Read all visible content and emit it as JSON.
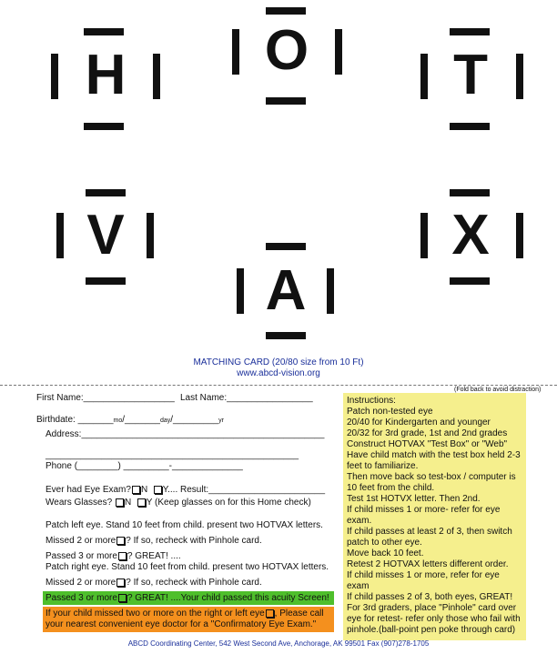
{
  "card": {
    "title": "MATCHING CARD (20/80 size from 10 Ft)",
    "url": "www.abcd-vision.org",
    "fold_note": "(Fold back to avoid distraction)"
  },
  "letters": [
    "H",
    "O",
    "T",
    "V",
    "X",
    "A"
  ],
  "form": {
    "first_name": "First Name:__________________",
    "last_name": "Last Name:_________________",
    "birthdate_label": "Birthdate: _______",
    "birth_mo": "mo",
    "birth_sep1": "/_______",
    "birth_day": "day",
    "birth_sep2": "/_________",
    "birth_yr": "yr",
    "address": "Address:________________________________________________",
    "address_line2": "__________________________________________________",
    "phone": "Phone (________) _________-______________",
    "eye_exam_prefix": "Ever had Eye Exam?",
    "eye_exam_n": "N",
    "eye_exam_y": "Y.... Result:_______________________",
    "glasses_prefix": "Wears Glasses?",
    "glasses_n": "N",
    "glasses_y": "Y  (Keep glasses on for this Home check)",
    "patch_left": "Patch left eye.  Stand 10 feet from child.  present two HOTVAX letters.",
    "missed_left_a": "Missed 2 or more",
    "missed_left_b": "?  If so, recheck  with Pinhole card.",
    "passed_left_a": "Passed 3 or more",
    "passed_left_b": "?  GREAT! ....",
    "patch_right": "Patch right eye.  Stand 10 feet from child.  present two HOTVAX letters.",
    "missed_right_a": "Missed 2 or more",
    "missed_right_b": "?  If so, recheck with Pinhole card.",
    "passed_right_a": "Passed 3 or more",
    "passed_right_b": "?  GREAT! ....Your child passed this acuity Screen!",
    "fail_a": "If your child missed two or more on the right or left eye",
    "fail_b": ", Please call",
    "fail_c": "your nearest convenient eye doctor for a \"Confirmatory Eye Exam.\""
  },
  "instructions": {
    "heading": "Instructions:",
    "lines": [
      "Patch non-tested eye",
      "20/40 for Kindergarten and younger",
      "20/32 for 3rd grade, 1st and 2nd grades",
      "Construct HOTVAX \"Test Box\" or \"Web\"",
      "Have child match with the test box held 2-3 feet to familiarize.",
      "Then move back so test-box / computer is 10 feet from the child.",
      "Test 1st HOTVX letter. Then 2nd.",
      "If child misses 1 or more- refer for eye exam.",
      "If child passes at least 2 of 3, then switch patch to other eye.",
      "Move back 10 feet.",
      "Retest 2 HOTVAX letters different order.",
      "If child misses 1 or more, refer for eye exam",
      "If child passes 2 of 3, both eyes, GREAT!",
      "For 3rd graders, place \"Pinhole\" card over eye for retest- refer only those who fail with pinhole.(ball-point pen poke through card)"
    ]
  },
  "footer": "ABCD Coordinating Center, 542 West Second Ave, Anchorage, AK 99501  Fax  (907)278-1705",
  "colors": {
    "green": "#4fbf2c",
    "orange": "#f4901e",
    "yellow": "#f5ef8d",
    "blue_text": "#1a2f9a"
  }
}
